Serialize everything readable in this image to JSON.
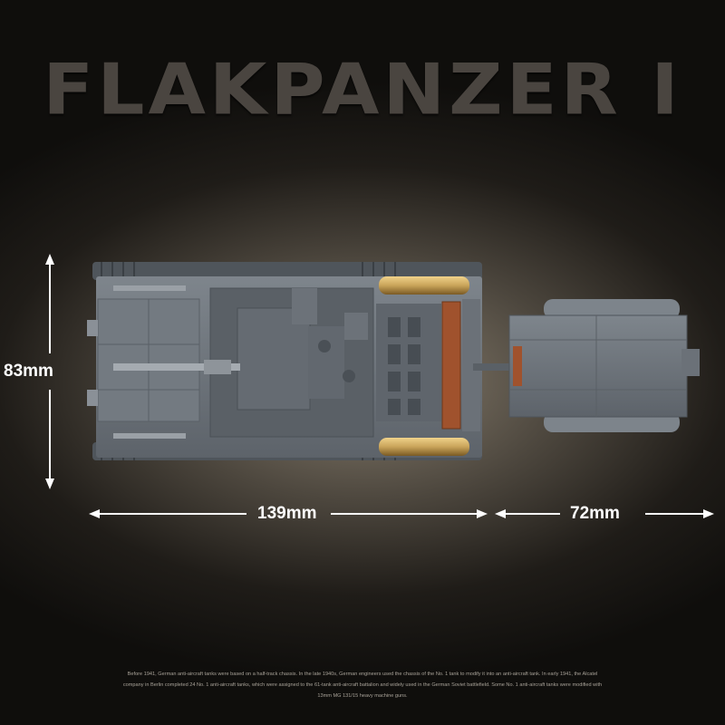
{
  "title": "FLAKPANZER I",
  "dimensions": {
    "height_label": "83mm",
    "vehicle_length_label": "139mm",
    "trailer_length_label": "72mm"
  },
  "footer_text": "Before 1941, German anti-aircraft tanks were based on a half-track chassis. In the late 1940s, German engineers used the chassis of the No. 1 tank to modify it into an anti-aircraft tank. In early 1941, the Alcatel company in Berlin completed 24 No. 1 anti-aircraft tanks, which were assigned to the 61-tank anti-aircraft battalion and widely used in the German Soviet battlefield. Some No. 1 anti-aircraft tanks were modified with 13mm MG 131/15 heavy machine guns.",
  "colors": {
    "accent_copper": "#a0522d",
    "brass": "#c9a45a",
    "model_gray": "#6f757c"
  }
}
